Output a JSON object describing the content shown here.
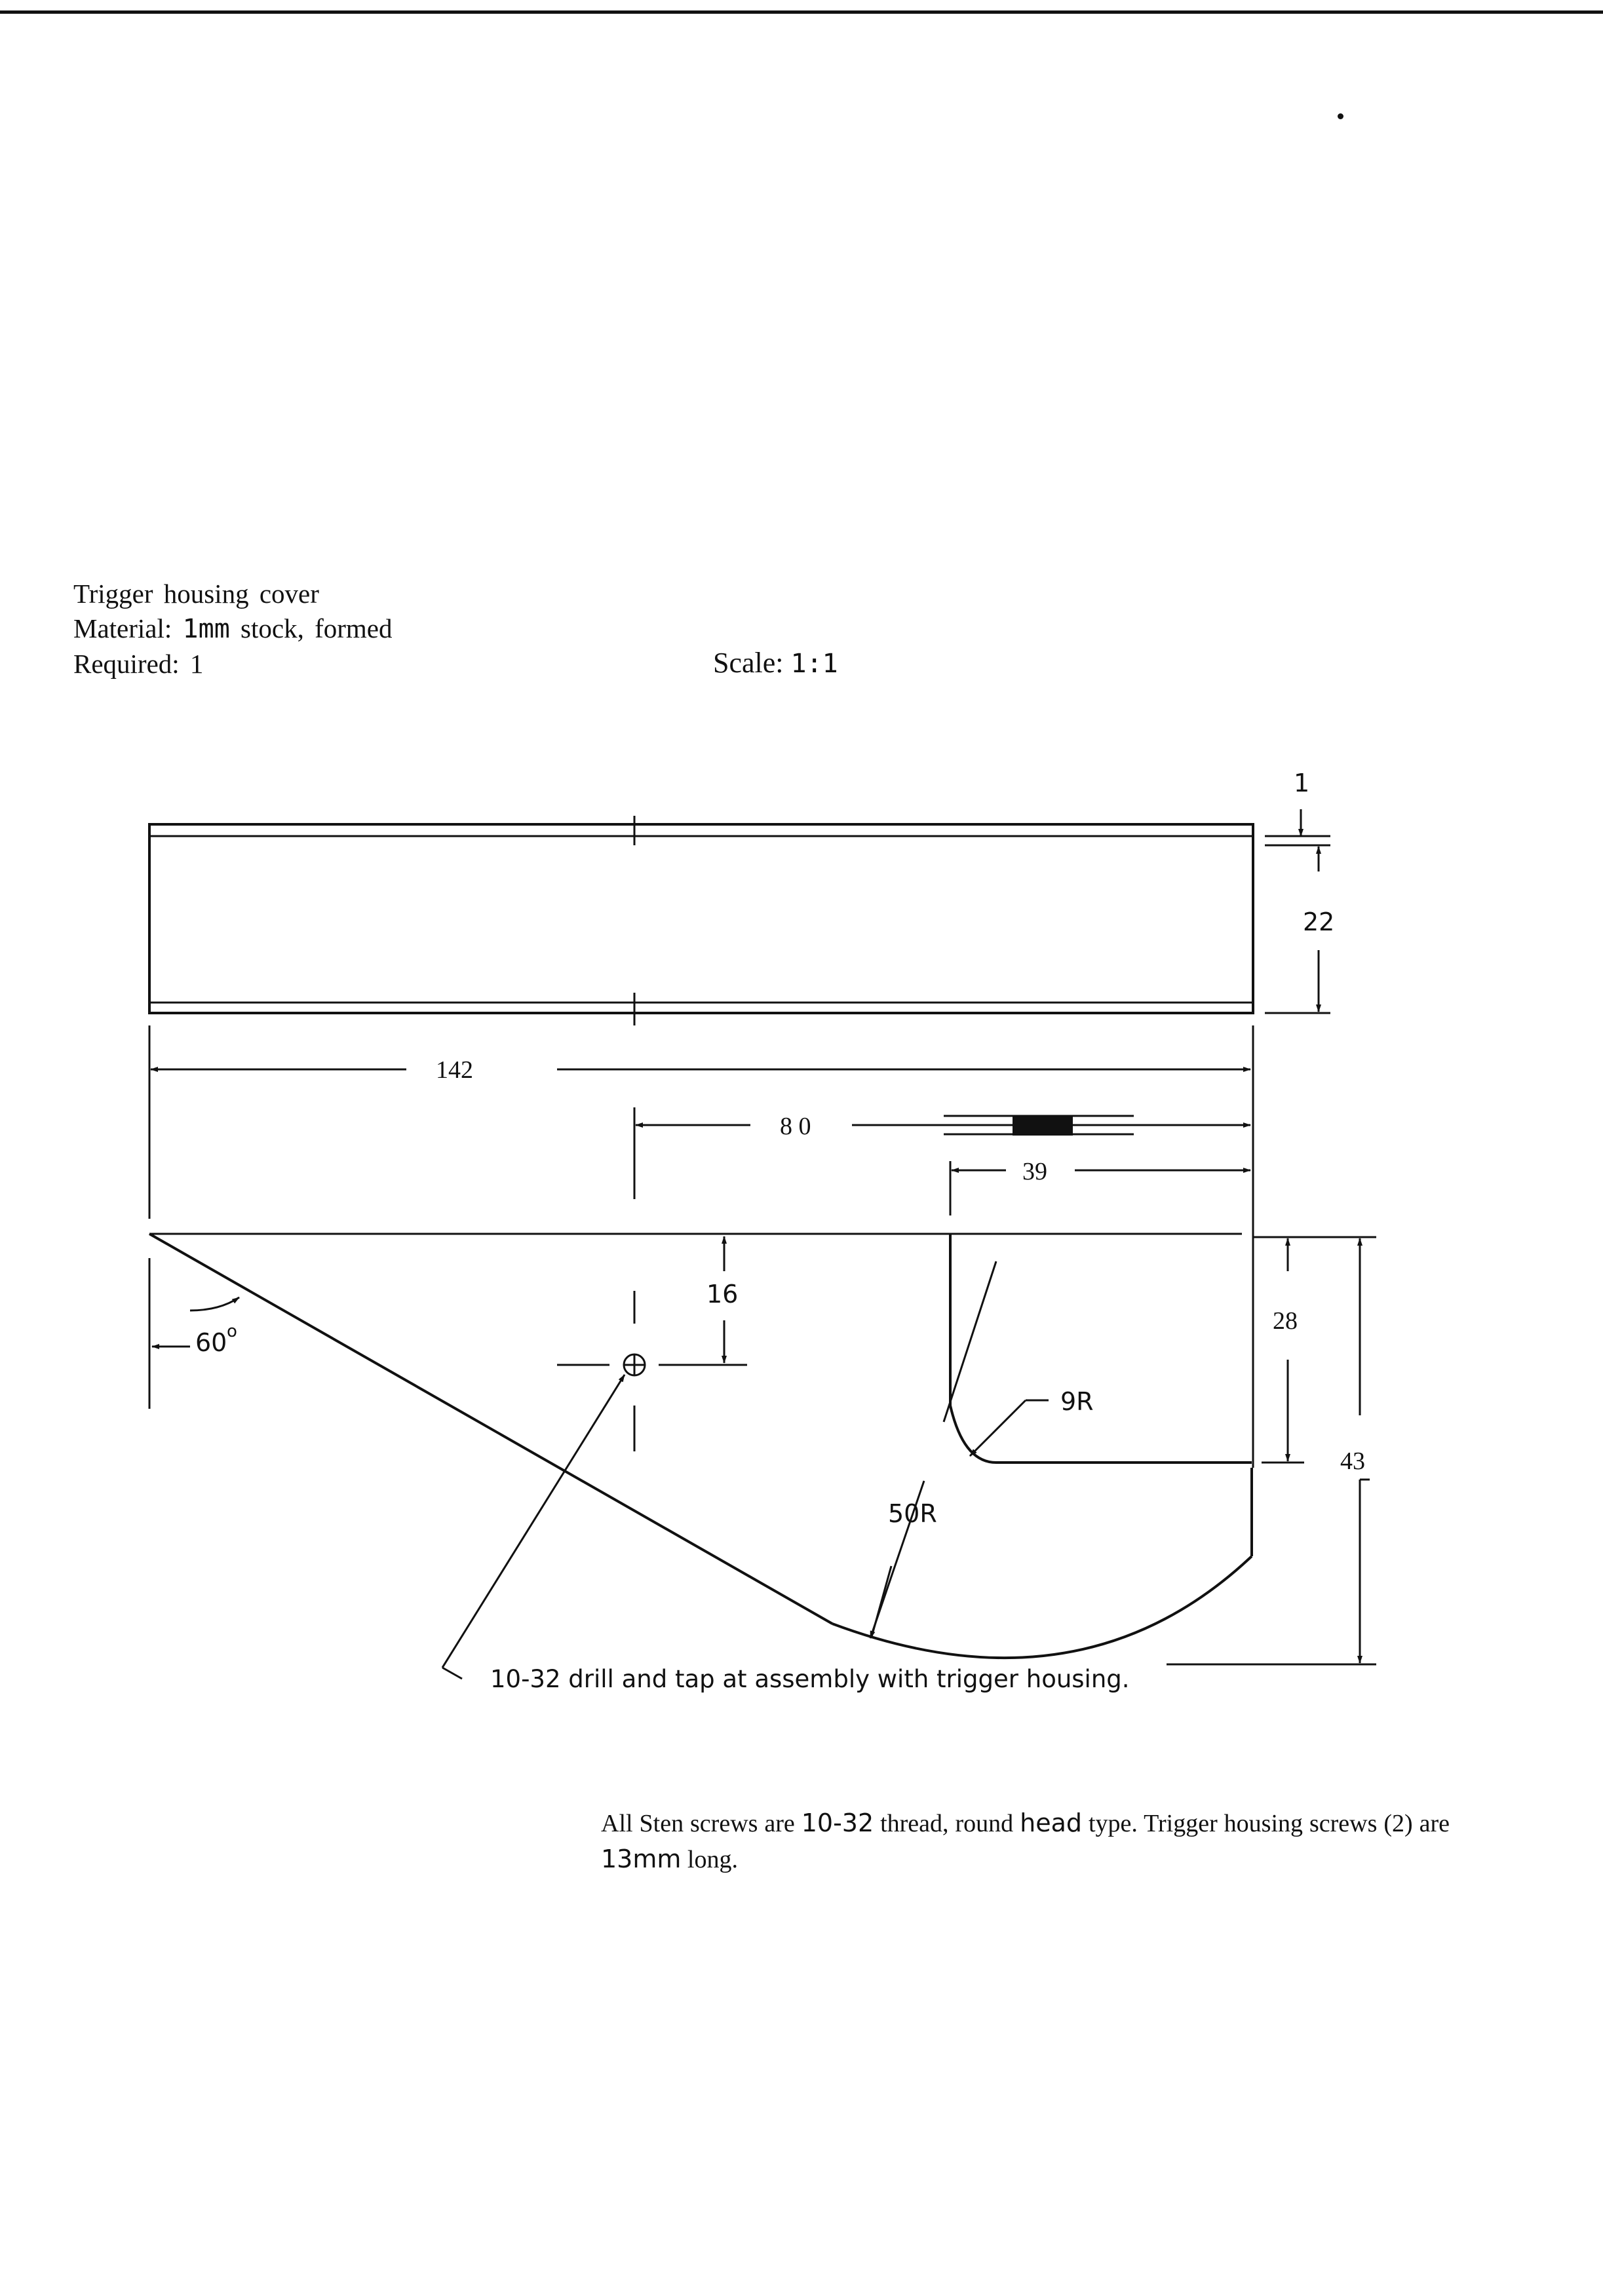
{
  "title_block": {
    "line1": "Trigger housing cover",
    "line2_prefix": "Material:",
    "line2_thickness": "1mm",
    "line2_suffix": "stock, formed",
    "line3": "Required: 1"
  },
  "scale": {
    "label": "Scale:",
    "value": "1:1"
  },
  "dimensions": {
    "thickness": "1",
    "height": "22",
    "overall_length": "142",
    "center_offset": "8 0",
    "slot_length": "39",
    "hole_depth": "16",
    "angle": "60",
    "angle_unit": "o",
    "slot_depth": "28",
    "total_depth": "43",
    "inner_radius": "9R",
    "outer_radius": "50R"
  },
  "callout": {
    "hole": "10-32 drill and tap at assembly with trigger housing."
  },
  "note": {
    "part1": "All Sten screws are",
    "thread": "10-32",
    "part2": "thread, round",
    "head": "head",
    "part3": "type. Trigger housing screws (2) are",
    "length": "13mm",
    "part4": "long."
  }
}
